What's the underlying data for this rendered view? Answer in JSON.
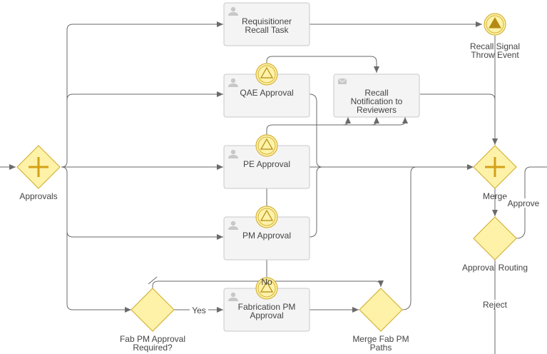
{
  "tasks": {
    "requisitioner_recall": {
      "line1": "Requisitioner",
      "line2": "Recall Task",
      "icon": "user-icon"
    },
    "qae_approval": {
      "label": "QAE Approval",
      "icon": "user-icon"
    },
    "recall_notification": {
      "line1": "Recall",
      "line2": "Notification to",
      "line3": "Reviewers",
      "icon": "envelope-icon"
    },
    "pe_approval": {
      "label": "PE Approval",
      "icon": "user-icon"
    },
    "pm_approval": {
      "label": "PM Approval",
      "icon": "user-icon"
    },
    "fabrication_pm_approval": {
      "line1": "Fabrication PM",
      "line2": "Approval",
      "icon": "user-icon"
    }
  },
  "gateways": {
    "approvals": {
      "label": "Approvals",
      "type": "parallel"
    },
    "merge": {
      "label": "Merge",
      "type": "parallel"
    },
    "approval_routing": {
      "label": "Approval Routing",
      "type": "exclusive"
    },
    "fab_pm_required": {
      "line1": "Fab PM Approval",
      "line2": "Required?",
      "type": "exclusive"
    },
    "merge_fab_pm_paths": {
      "line1": "Merge Fab PM",
      "line2": "Paths",
      "type": "exclusive"
    }
  },
  "events": {
    "recall_signal_throw": {
      "line1": "Recall Signal",
      "line2": "Throw Event",
      "icon": "signal-throw-icon"
    }
  },
  "edge_labels": {
    "yes": "Yes",
    "no": "No",
    "approve": "Approve",
    "reject": "Reject"
  },
  "colors": {
    "gateway_fill": "#fdf2a8",
    "gateway_stroke": "#d5b23a",
    "task_fill": "#f4f4f4",
    "task_stroke": "#c9c9c9",
    "edge": "#6a6a6a"
  }
}
